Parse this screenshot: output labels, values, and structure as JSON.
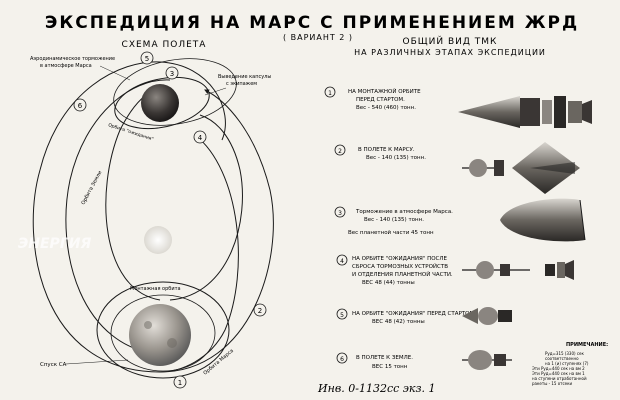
{
  "title": "ЭКСПЕДИЦИЯ НА МАРС С ПРИМЕНЕНИЕМ ЖРД",
  "variant": "( ВАРИАНТ 2 )",
  "scheme_title": "СХЕМА ПОЛЕТА",
  "general_view_title_1": "ОБЩИЙ ВИД ТМК",
  "general_view_title_2": "НА РАЗЛИЧНЫХ ЭТАПАХ ЭКСПЕДИЦИИ",
  "diagram_labels": {
    "aero_braking_1": "Аэродинамическое торможение",
    "aero_braking_2": "в атмосфере Марса",
    "capsule_release_1": "Выведение капсулы",
    "capsule_release_2": "с экипажем",
    "waiting_orbit": "Орбита \"ожидания\"",
    "earth_orbit": "Орбита Земли",
    "mounting_orbit": "Монтажная орбита",
    "mars_orbit": "Орбита Марса",
    "descent": "Спуск СА"
  },
  "orbit_markers": [
    "1",
    "2",
    "3",
    "4",
    "5",
    "6"
  ],
  "stages": [
    {
      "num": "1",
      "lines": [
        "НА МОНТАЖНОЙ ОРБИТЕ",
        "ПЕРЕД СТАРТОМ.",
        "Вес - 540 (460) тонн."
      ]
    },
    {
      "num": "2",
      "lines": [
        "В ПОЛЕТЕ К МАРСУ.",
        "Вес - 140 (135) тонн."
      ]
    },
    {
      "num": "3",
      "lines": [
        "Торможение в атмосфере Марса.",
        "Вес - 140 (135) тонн.",
        "Вес планетной части 45 тонн"
      ]
    },
    {
      "num": "4",
      "lines": [
        "НА ОРБИТЕ \"ОЖИДАНИЯ\" ПОСЛЕ",
        "СБРОСА ТОРМОЗНЫХ УСТРОЙСТВ",
        "И ОТДЕЛЕНИЯ ПЛАНЕТНОЙ ЧАСТИ.",
        "ВЕС 48 (44) тонны"
      ]
    },
    {
      "num": "5",
      "lines": [
        "НА ОРБИТЕ \"ОЖИДАНИЯ\" ПЕРЕД СТАРТОМ.",
        "ВЕС 48 (42) тонны"
      ]
    },
    {
      "num": "6",
      "lines": [
        "В ПОЛЕТЕ К ЗЕМЛЕ.",
        "ВЕС 15 тонн"
      ]
    }
  ],
  "note": {
    "title": "ПРИМЕЧАНИЕ:",
    "lines": [
      "Pуд=315 (330) сек",
      "соответственно",
      "на 1 (и) ступенях (7)",
      "Эти Pуд=440 сек на вм 2",
      "Эти Pуд=440 сек на вм 1",
      "на ступени отработанной",
      "ракеты - 15 отсеки"
    ]
  },
  "inventory": "Инв. 0-1132сс  экз. 1",
  "watermark": "ЭНЕРГИЯ"
}
